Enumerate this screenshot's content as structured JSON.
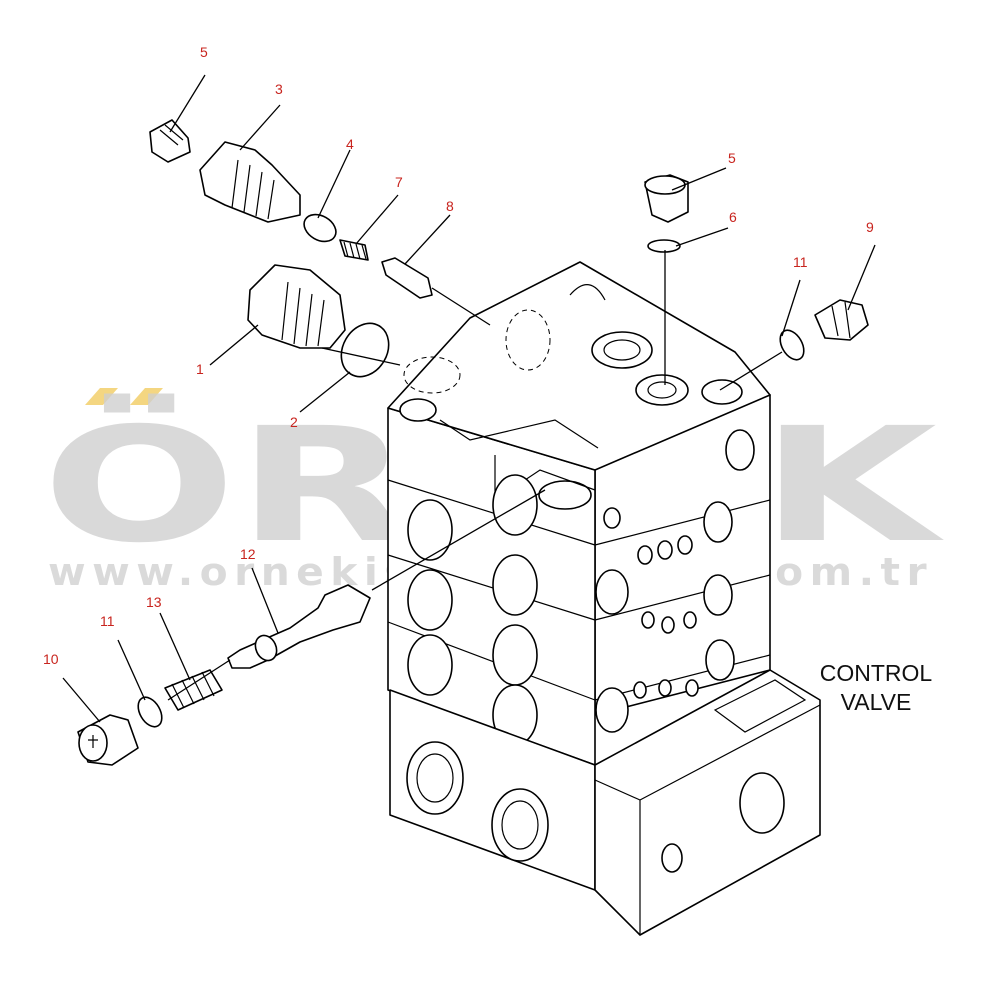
{
  "diagram": {
    "title_line1": "CONTROL",
    "title_line2": "VALVE",
    "callouts": [
      {
        "id": "c5a",
        "label": "5"
      },
      {
        "id": "c3",
        "label": "3"
      },
      {
        "id": "c4",
        "label": "4"
      },
      {
        "id": "c7",
        "label": "7"
      },
      {
        "id": "c8",
        "label": "8"
      },
      {
        "id": "c1",
        "label": "1"
      },
      {
        "id": "c2",
        "label": "2"
      },
      {
        "id": "c5b",
        "label": "5"
      },
      {
        "id": "c6",
        "label": "6"
      },
      {
        "id": "c9",
        "label": "9"
      },
      {
        "id": "c11a",
        "label": "11"
      },
      {
        "id": "c12",
        "label": "12"
      },
      {
        "id": "c13",
        "label": "13"
      },
      {
        "id": "c11b",
        "label": "11"
      },
      {
        "id": "c10",
        "label": "10"
      }
    ]
  },
  "watermark": {
    "brand": "ÖRNEK",
    "url": "www.ornekismakinalari.com.tr",
    "color": "#cfcfcf",
    "accent": "#f2cf6b"
  },
  "colors": {
    "callout": "#c8241e",
    "line": "#000000"
  }
}
